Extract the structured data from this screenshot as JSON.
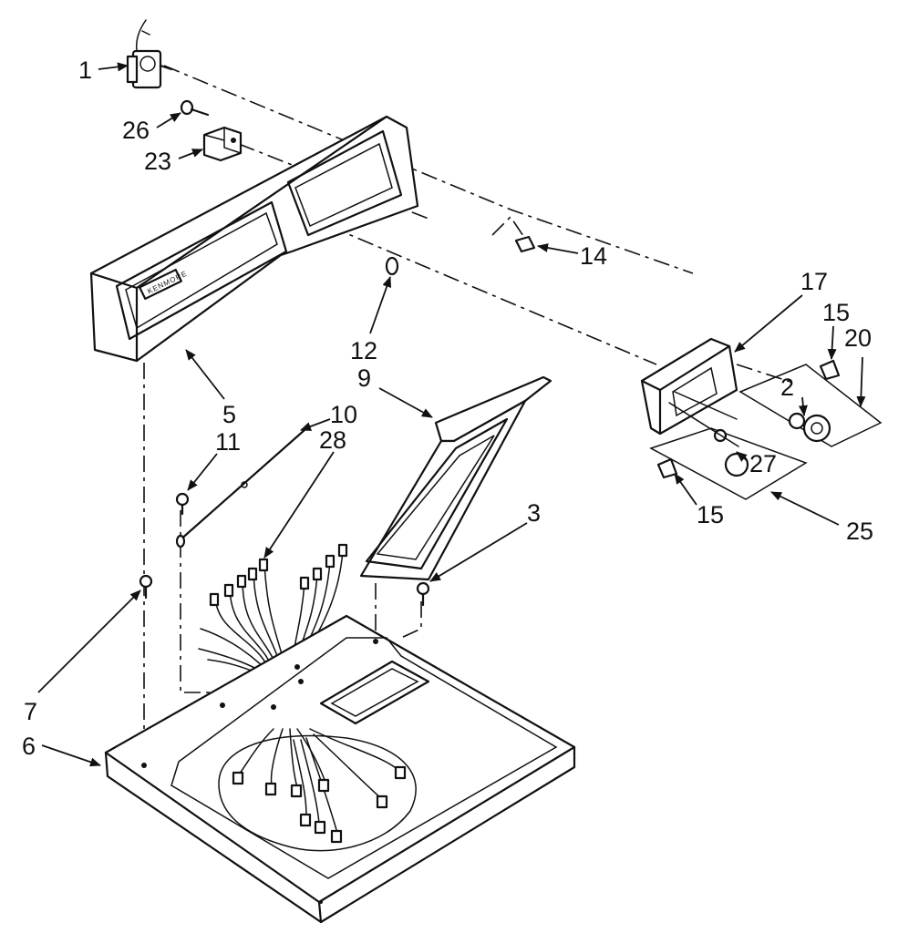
{
  "diagram": {
    "brand_plate": "KENMORE",
    "callouts": {
      "c1": "1",
      "c2": "2",
      "c3": "3",
      "c5": "5",
      "c6": "6",
      "c7": "7",
      "c9": "9",
      "c10": "10",
      "c11": "11",
      "c12": "12",
      "c14": "14",
      "c15a": "15",
      "c15b": "15",
      "c17": "17",
      "c20": "20",
      "c23": "23",
      "c25": "25",
      "c26": "26",
      "c27": "27",
      "c28": "28"
    },
    "colors": {
      "ink": "#111111",
      "paper": "#ffffff"
    }
  }
}
